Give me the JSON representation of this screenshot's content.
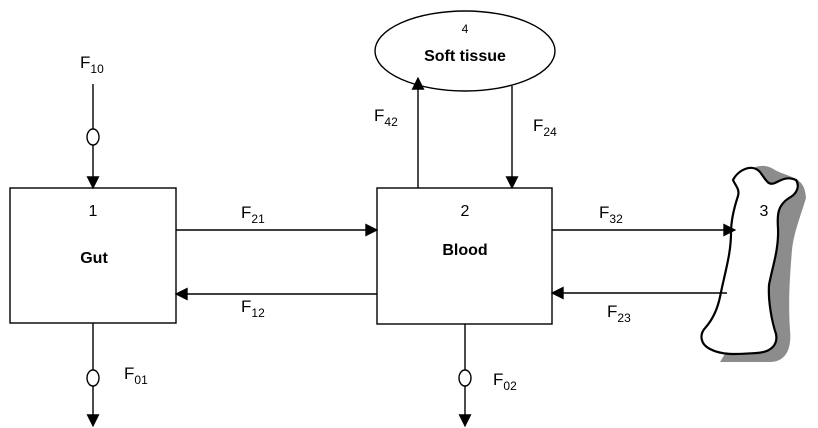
{
  "compartments": {
    "gut": {
      "number": "1",
      "name": "Gut"
    },
    "blood": {
      "number": "2",
      "name": "Blood"
    },
    "bone": {
      "number": "3"
    },
    "soft_tissue": {
      "number": "4",
      "name": "Soft tissue"
    }
  },
  "fluxes": {
    "f10": {
      "main": "F",
      "sub": "10"
    },
    "f01": {
      "main": "F",
      "sub": "01"
    },
    "f21": {
      "main": "F",
      "sub": "21"
    },
    "f12": {
      "main": "F",
      "sub": "12"
    },
    "f42": {
      "main": "F",
      "sub": "42"
    },
    "f24": {
      "main": "F",
      "sub": "24"
    },
    "f02": {
      "main": "F",
      "sub": "02"
    },
    "f32": {
      "main": "F",
      "sub": "32"
    },
    "f23": {
      "main": "F",
      "sub": "23"
    }
  }
}
